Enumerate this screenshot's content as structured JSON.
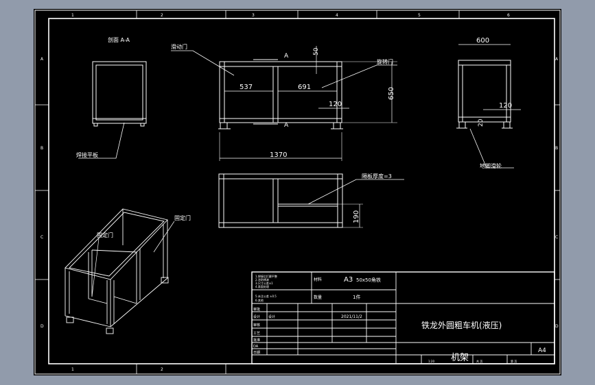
{
  "frame": {
    "column_labels": [
      "1",
      "2",
      "3",
      "4",
      "5",
      "6"
    ],
    "row_labels": [
      "A",
      "B",
      "C",
      "D"
    ]
  },
  "views": {
    "section_title": "剖面 A-A",
    "section_marks": [
      "A",
      "A"
    ],
    "leader_labels": {
      "sliding_door": "滑动门",
      "rotating_door": "旋转门",
      "welded_bottom_plate": "焊接平板",
      "wheel_foot": "地脚滑轮",
      "shelf_thickness": "隔板厚度=3",
      "fixed_door": "固定门",
      "left_door": "固定门"
    },
    "dimensions": {
      "height_top": "50",
      "left_bay": "537",
      "right_bay": "691",
      "height_650": "650",
      "right_120": "120",
      "total_1370": "1370",
      "side_width": "600",
      "side_120": "120",
      "side_20": "20",
      "bottom_190": "190"
    }
  },
  "title_block": {
    "notes": [
      "1.焊接后打磨平整",
      "2.涂防锈漆",
      "3.尺寸公差±1",
      "4.表面处理",
      "5.未注公差 ±0.5",
      "6.其他"
    ],
    "material_label": "材料",
    "material_value": "A3",
    "spec_value": "50x50角铁",
    "qty_label": "数量",
    "qty_value": "1件",
    "review_label": "审批",
    "review_person": "设计",
    "date_value": "2021/11/2",
    "rows": [
      "设计",
      "审核",
      "工艺",
      "批准",
      "DA",
      "日期"
    ],
    "company": "铁龙外圆粗车机(液压)",
    "part_name": "机架",
    "sheet_size": "A4",
    "bottom_labels": [
      "共 页",
      "第 页"
    ],
    "scale_label": "1:20"
  }
}
